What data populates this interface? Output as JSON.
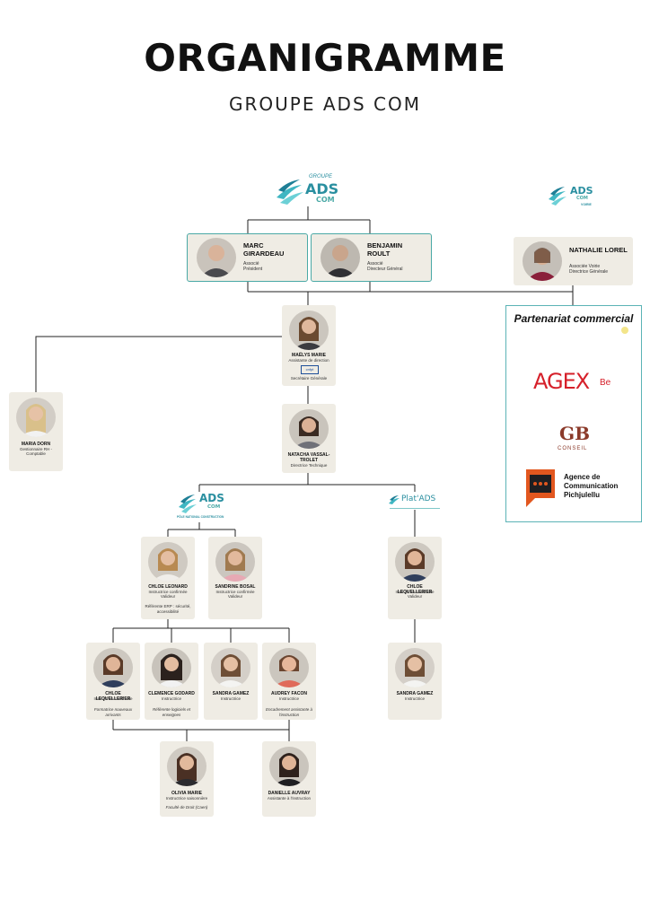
{
  "header": {
    "title": "ORGANIGRAMME",
    "subtitle": "GROUPE ADS COM"
  },
  "logos": {
    "top": {
      "prefix": "GROUPE",
      "main": "ADS",
      "sub": "COM"
    },
    "right": {
      "main": "ADS",
      "sub": "COM",
      "tag": "VOIRIE"
    },
    "pole": {
      "main": "ADS",
      "sub": "COM",
      "caption": "PÔLE NATIONAL CONSTRUCTION"
    },
    "platads": {
      "main": "Plat'ADS"
    },
    "cnfpt": {
      "text": "cnfpt"
    }
  },
  "people": {
    "marc": {
      "name": "MARC GIRARDEAU",
      "role1": "Associé",
      "role2": "Président"
    },
    "benjamin": {
      "name": "BENJAMIN ROULT",
      "role1": "Associé",
      "role2": "Directeur Général"
    },
    "nathalie": {
      "name": "NATHALIE LOREL",
      "role1": "Associée Voirie",
      "role2": "Directrice Générale"
    },
    "maelys": {
      "name": "MAËLYS MARIE",
      "role1": "Assistante de direction",
      "role2": "Secrétaire Générale"
    },
    "marina": {
      "name": "MARIA DORN",
      "role1": "Gestionnaire RH -",
      "role2": "Comptable"
    },
    "natacha": {
      "name": "NATACHA VASSAL-TROLET",
      "role1": "Directrice Technique"
    },
    "chloe_leonard": {
      "name": "CHLOE LEONARD",
      "role1": "Instructrice confirmée",
      "role2": "Valideur",
      "note": "Référente ERP : sécurité, accessibilité"
    },
    "sandrine": {
      "name": "SANDRINE BOSAL",
      "role1": "Instructrice confirmée",
      "role2": "Valideur"
    },
    "chloe_l1": {
      "name": "CHLOE LEQUELLERIER",
      "role1": "Instructrice confirmée",
      "note": "Formatrice nouveaux arrivants"
    },
    "clemence": {
      "name": "CLEMENCE GODARD",
      "role1": "Instructrice",
      "note": "Référente logiciels et enseignes"
    },
    "sandra1": {
      "name": "SANDRA GAMEZ",
      "role1": "Instructrice"
    },
    "audrey": {
      "name": "AUDREY FACON",
      "role1": "Instructrice",
      "note": "Encadrement assistante à l'instruction"
    },
    "olivia": {
      "name": "OLIVIA MARIE",
      "role1": "Instructrice saisonnière",
      "note": "Faculté de Droit (Caen)"
    },
    "danielle": {
      "name": "DANIELLE AUVRAY",
      "role1": "Assistante à l'instruction"
    },
    "chloe_l2": {
      "name": "CHLOE LEQUELLERIER",
      "role1": "Instructrice confirmée",
      "role2": "Valideur"
    },
    "sandra2": {
      "name": "SANDRA GAMEZ",
      "role1": "Instructrice"
    }
  },
  "partners": {
    "title": "Partenariat commercial",
    "agex": {
      "main": "AGEX",
      "suffix": "Be"
    },
    "gb": {
      "mark": "GB",
      "word": "CONSEIL"
    },
    "agence": {
      "line1": "Agence de",
      "line2": "Communication",
      "line3": "Pichjulellu"
    }
  },
  "colors": {
    "accent": "#2a8fa0",
    "card": "#efece4",
    "border": "#4aa9a6",
    "agex": "#d6202a",
    "gb": "#8b3a2a",
    "agence": "#e2571f"
  }
}
